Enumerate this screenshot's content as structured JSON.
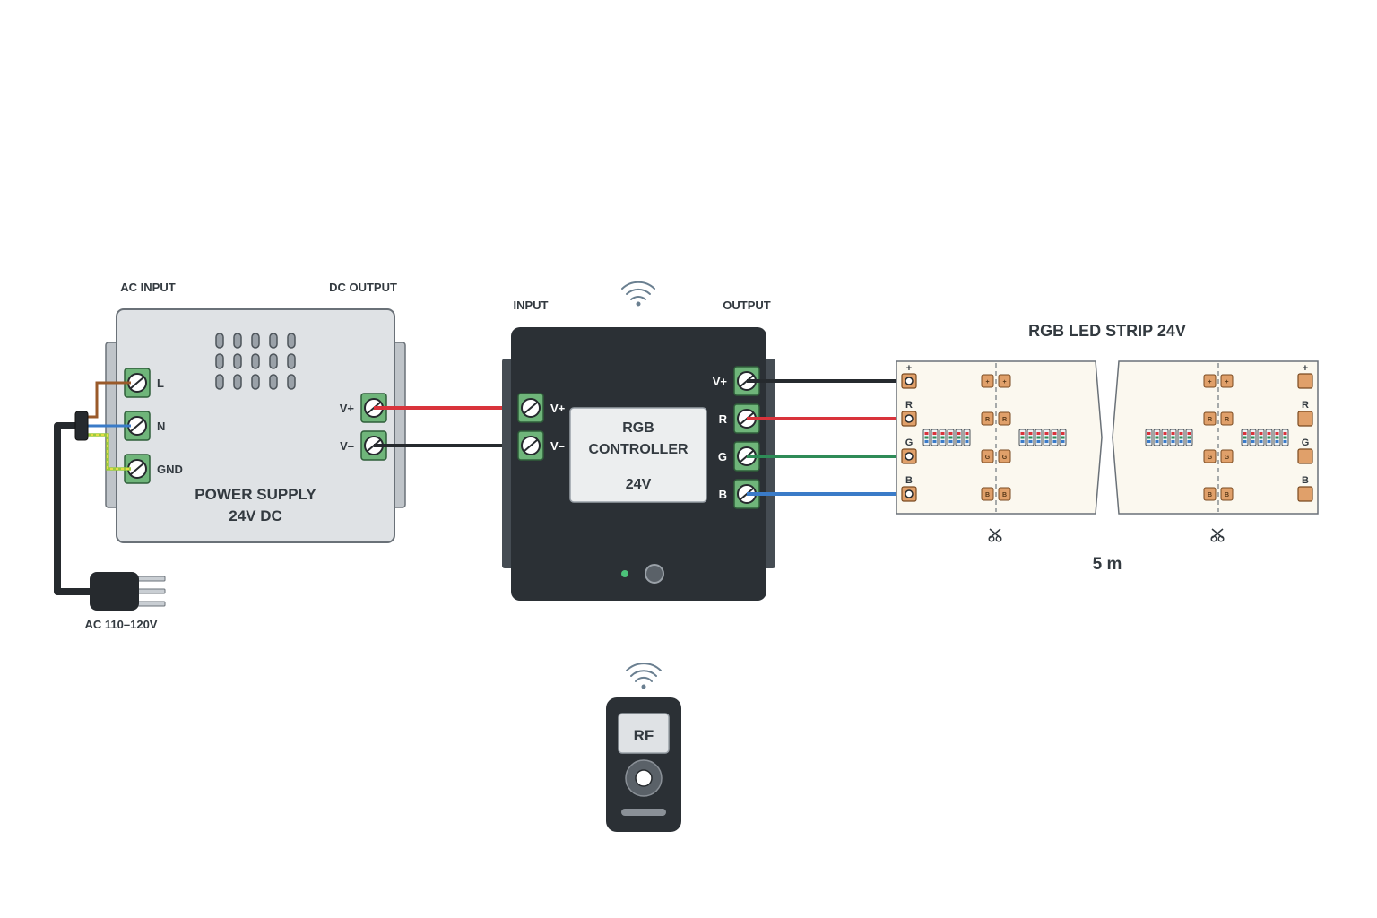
{
  "colors": {
    "wire_red": "#d9333b",
    "wire_black": "#262a2e",
    "wire_green": "#2e8b57",
    "wire_blue": "#3a7bc8",
    "wire_brown": "#9a5a2a",
    "wire_gnd": "#9ccc3c",
    "terminal": "#6fb57a",
    "controller_body": "#2b3035",
    "psu_body": "#dfe2e5",
    "strip_bg": "#fbf8ef",
    "pad": "#e0a06a"
  },
  "power_supply": {
    "ac_input_label": "AC INPUT",
    "dc_output_label": "DC OUTPUT",
    "title_line1": "POWER SUPPLY",
    "title_line2": "24V DC",
    "ac_terminals": [
      "L",
      "N",
      "GND"
    ],
    "dc_terminals": [
      "V+",
      "V–"
    ]
  },
  "plug": {
    "label": "AC 110–120V"
  },
  "controller": {
    "input_label": "INPUT",
    "output_label": "OUTPUT",
    "title_line1": "RGB",
    "title_line2": "CONTROLLER",
    "title_line3": "24V",
    "input_terminals": [
      "V+",
      "V–"
    ],
    "output_terminals": [
      "V+",
      "R",
      "G",
      "B"
    ],
    "icon": "wifi-signal-icon"
  },
  "strip": {
    "title": "RGB LED STRIP 24V",
    "length": "5 m",
    "left_pads": [
      "+",
      "R",
      "G",
      "B"
    ],
    "right_pads": [
      "+",
      "R",
      "G",
      "B"
    ],
    "pad_letters": [
      "+",
      "R",
      "G",
      "B"
    ],
    "cut_icon": "scissors-icon"
  },
  "remote": {
    "label": "RF",
    "icon": "wifi-signal-icon"
  }
}
